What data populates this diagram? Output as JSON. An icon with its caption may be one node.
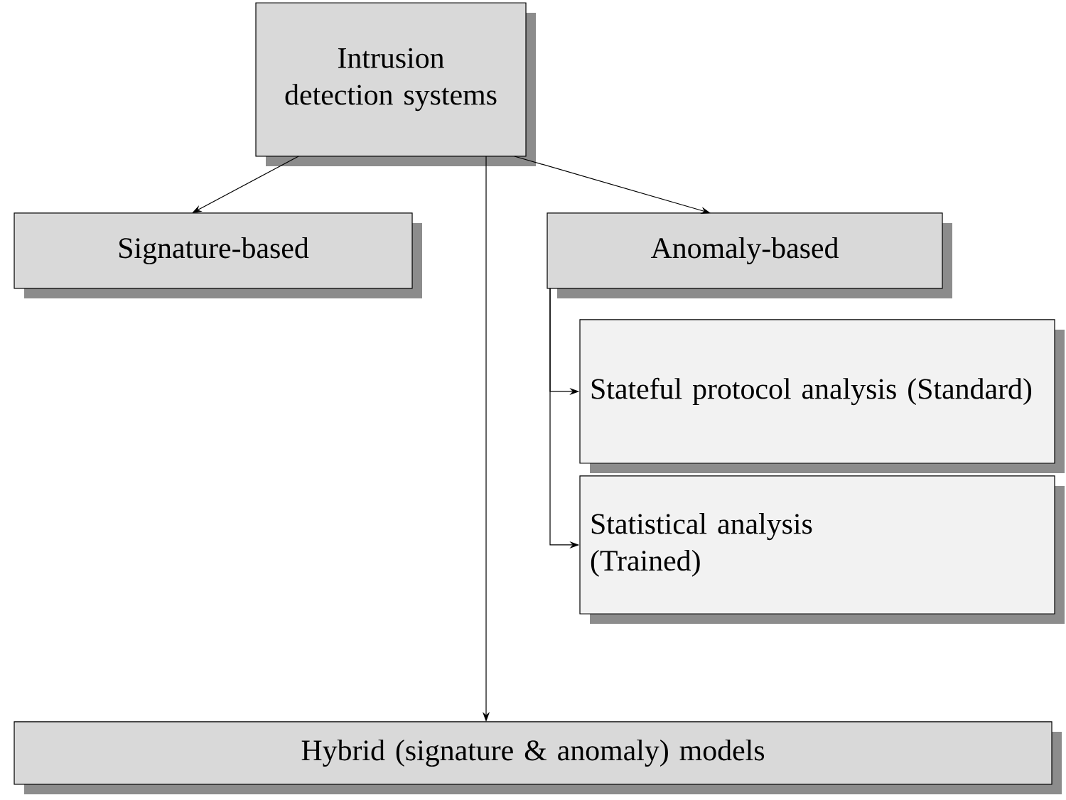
{
  "diagram": {
    "nodes": [
      {
        "text": [
          "Intrusion detection systems"
        ]
      },
      {
        "text": [
          "Signature-based"
        ]
      },
      {
        "text": [
          "Anomaly-based"
        ]
      },
      {
        "text": [
          "Stateful protocol analysis (Standard)"
        ]
      },
      {
        "text": [
          "Statistical analysis (Trained)"
        ]
      },
      {
        "text": [
          "Hybrid (signature & anomaly) models"
        ]
      }
    ],
    "edges": [
      {
        "from": 0,
        "to": 1,
        "arrow": "to"
      },
      {
        "from": 0,
        "to": 2,
        "arrow": "to"
      },
      {
        "from": 2,
        "to": 3,
        "arrow": "to"
      },
      {
        "from": 2,
        "to": 4,
        "arrow": "to"
      },
      {
        "from": 0,
        "to": 5,
        "arrow": "to"
      }
    ]
  }
}
